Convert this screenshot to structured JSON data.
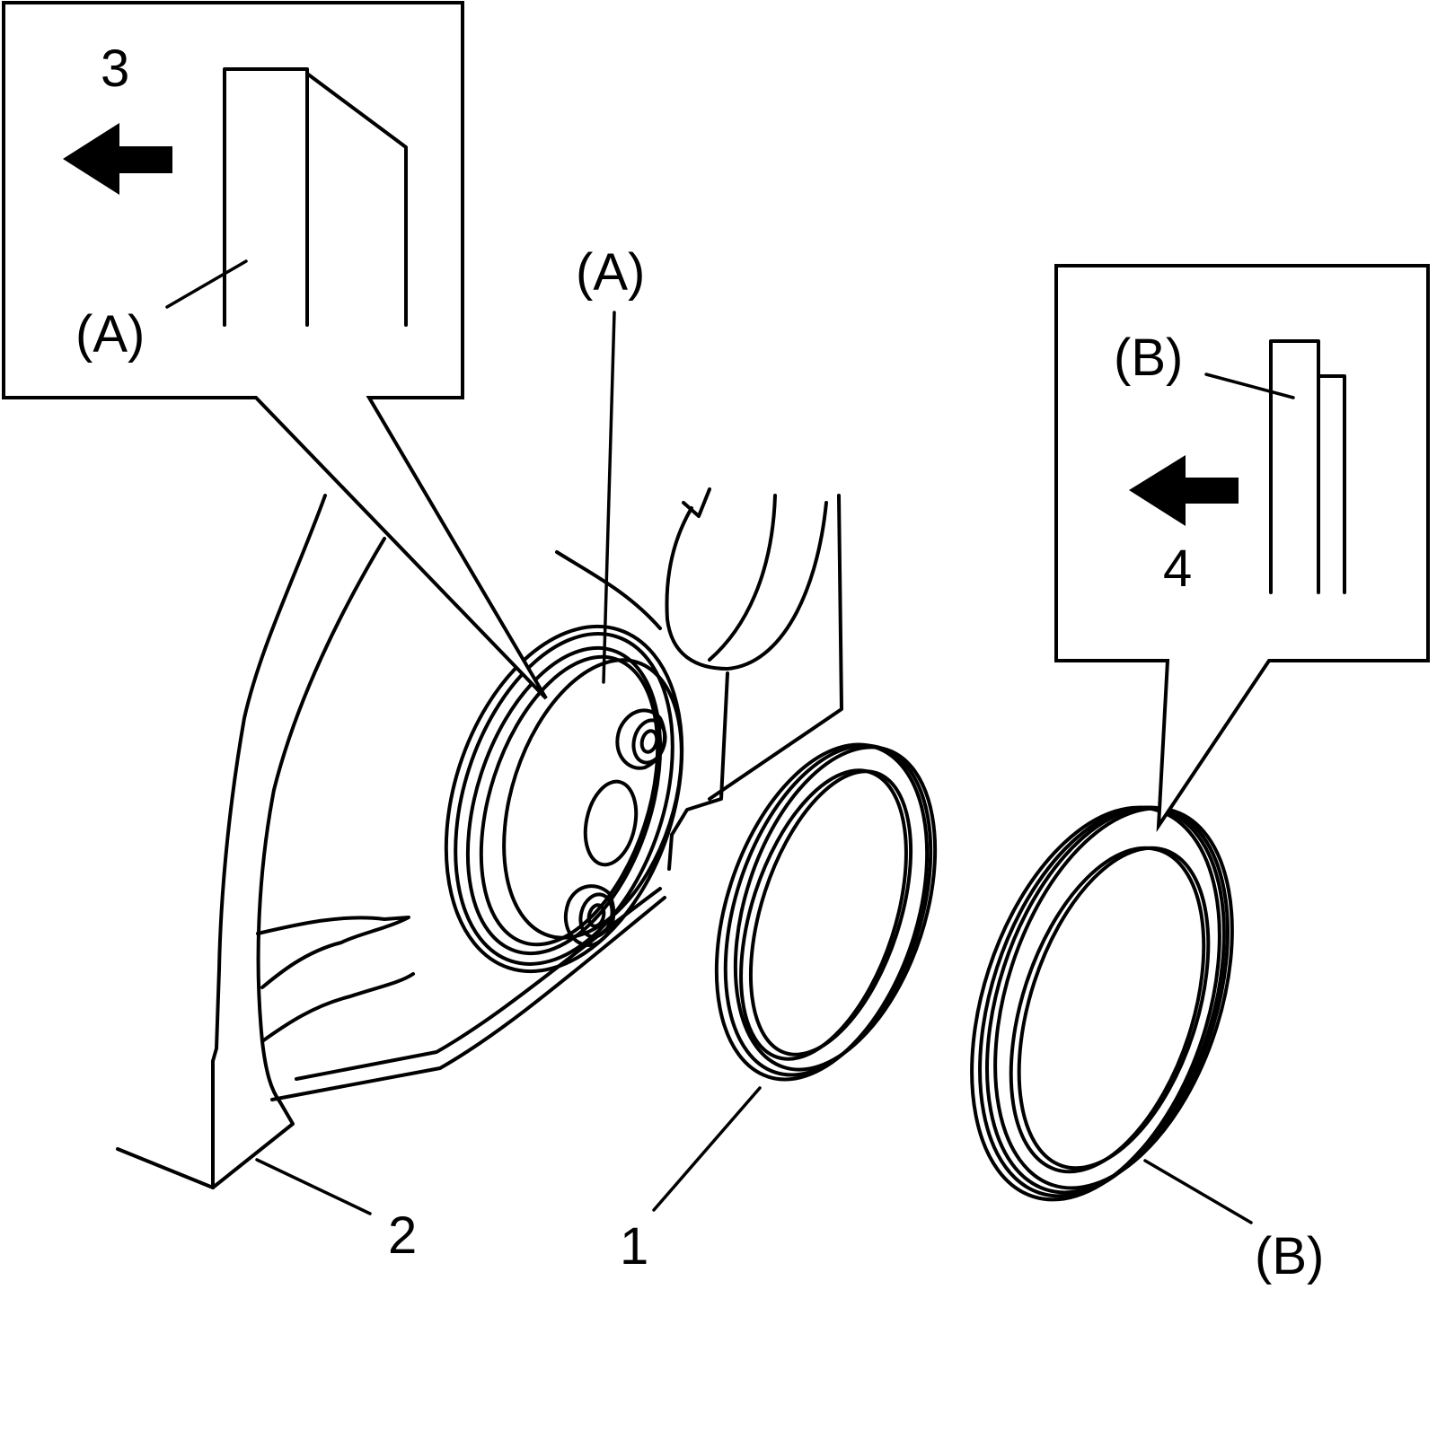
{
  "labels": {
    "detail_a_number": "3",
    "detail_a_callout": "(A)",
    "part_a_callout": "(A)",
    "detail_b_callout": "(B)",
    "detail_b_number": "4",
    "ring_b_callout": "(B)",
    "ring_1": "1",
    "housing_2": "2"
  },
  "icons": {
    "detail_a_arrow": "arrow-left-icon",
    "detail_b_arrow": "arrow-left-icon"
  }
}
